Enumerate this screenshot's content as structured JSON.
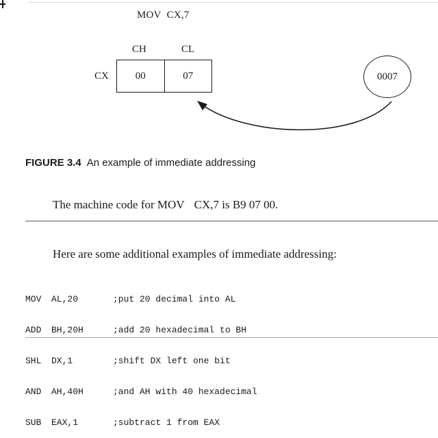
{
  "figure": {
    "instruction": {
      "opcode": "MOV",
      "operands": "CX,7"
    },
    "register": {
      "name": "CX",
      "high": {
        "label": "CH",
        "value": "00"
      },
      "low": {
        "label": "CL",
        "value": "07"
      }
    },
    "immediate_value": "0007",
    "caption": {
      "number": "FIGURE 3.4",
      "text": "An example of immediate addressing"
    }
  },
  "paragraph1": {
    "prefix": "The machine code for MOV",
    "instr": "CX,7 is B9 07 00."
  },
  "paragraph2": "Here are some additional examples of immediate addressing:",
  "code_lines": [
    {
      "op": "MOV",
      "args": "AL,20",
      "comment": ";put 20 decimal into AL"
    },
    {
      "op": "ADD",
      "args": "BH,20H",
      "comment": ";add 20 hexadecimal to BH"
    },
    {
      "op": "SHL",
      "args": "DX,1",
      "comment": ";shift DX left one bit"
    },
    {
      "op": "AND",
      "args": "AH,40H",
      "comment": ";and AH with 40 hexadecimal"
    },
    {
      "op": "SUB",
      "args": "EAX,1",
      "comment": ";subtract 1 from EAX"
    }
  ]
}
